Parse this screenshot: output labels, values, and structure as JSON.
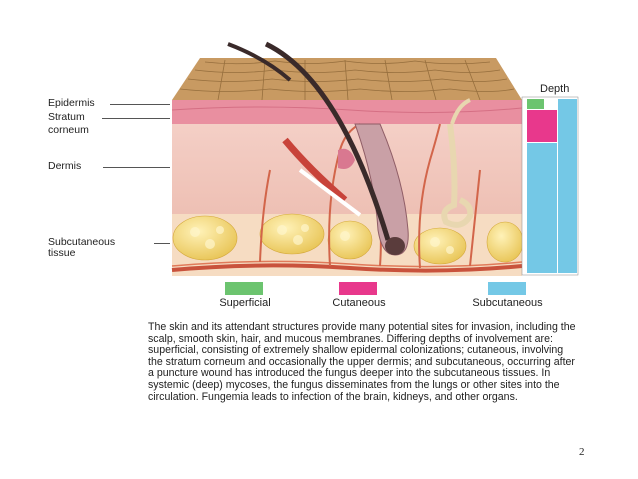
{
  "diagram": {
    "layer_labels": {
      "epidermis": "Epidermis",
      "stratum_corneum": "Stratum corneum",
      "stratum_line1": "Stratum",
      "stratum_line2": "corneum",
      "dermis": "Dermis",
      "subcutaneous_line1": "Subcutaneous",
      "subcutaneous_line2": "tissue"
    },
    "depth_scale": {
      "title": "Depth",
      "bars": [
        {
          "name": "Superficial",
          "color": "#6cc46f"
        },
        {
          "name": "Cutaneous",
          "color": "#e8388c"
        },
        {
          "name": "Subcutaneous",
          "color": "#74c8e6"
        }
      ]
    },
    "legend": [
      {
        "label": "Superficial",
        "color": "#6cc46f"
      },
      {
        "label": "Cutaneous",
        "color": "#e8388c"
      },
      {
        "label": "Subcutaneous",
        "color": "#74c8e6"
      }
    ]
  },
  "description": "The skin and its attendant structures provide many potential sites for invasion, including the scalp, smooth skin, hair, and mucous membranes. Differing depths of involvement are: superficial, consisting of extremely shallow epidermal colonizations; cutaneous, involving the stratum corneum and occasionally the upper dermis; and subcutaneous, occurring after a puncture wound has introduced the fungus deeper into the subcutaneous tissues. In systemic (deep) mycoses, the fungus disseminates from the lungs or other sites into the circulation. Fungemia leads to infection of the brain, kidneys, and other organs.",
  "page_number": "2"
}
